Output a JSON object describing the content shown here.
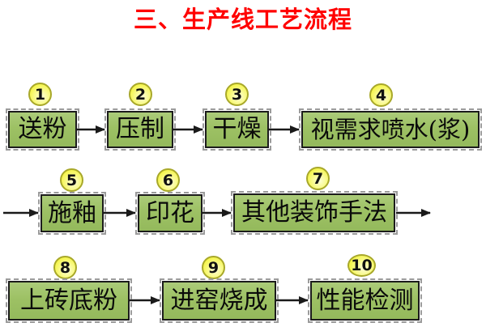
{
  "title": "三、生产线工艺流程",
  "steps": [
    {
      "num": "1",
      "label": "送粉"
    },
    {
      "num": "2",
      "label": "压制"
    },
    {
      "num": "3",
      "label": "干燥"
    },
    {
      "num": "4",
      "label": "视需求喷水(浆)"
    },
    {
      "num": "5",
      "label": "施釉"
    },
    {
      "num": "6",
      "label": "印花"
    },
    {
      "num": "7",
      "label": "其他装饰手法"
    },
    {
      "num": "8",
      "label": "上砖底粉"
    },
    {
      "num": "9",
      "label": "进窑烧成"
    },
    {
      "num": "10",
      "label": "性能检测"
    }
  ],
  "colors": {
    "title_color": "#FF0000",
    "box_fill": "#9DC164",
    "box_border": "#1C1C1C",
    "circle_fill": "#F4F442",
    "circle_border": "#A8A82A",
    "arrow_color": "#1A1A1A"
  }
}
